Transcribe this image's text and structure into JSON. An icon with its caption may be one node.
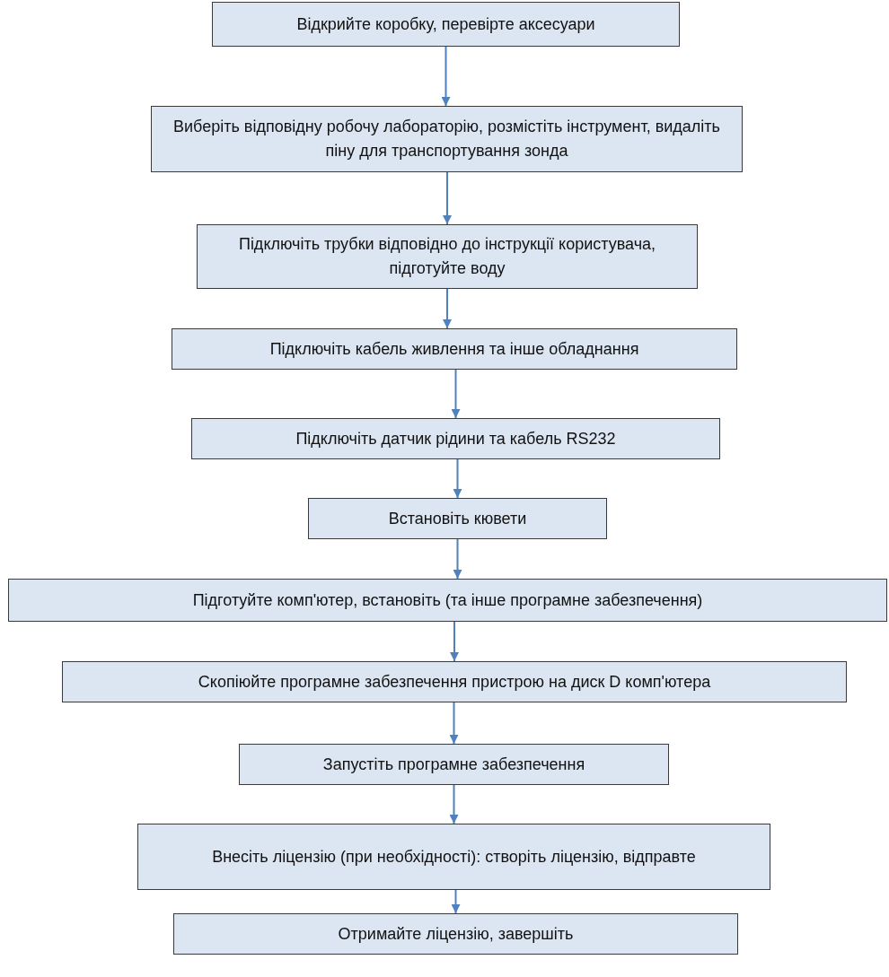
{
  "diagram": {
    "nodes": [
      {
        "text": [
          "Відкрийте коробку, перевірте аксесуари"
        ]
      },
      {
        "text": [
          "Виберіть відповідну робочу лабораторію, розмістіть інструмент, видаліть піну для транспортування зонда"
        ]
      },
      {
        "text": [
          "Підключіть трубки відповідно до інструкції користувача, підготуйте воду"
        ]
      },
      {
        "text": [
          "Підключіть кабель живлення та інше обладнання"
        ]
      },
      {
        "text": [
          "Підключіть датчик рідини та кабель RS232"
        ]
      },
      {
        "text": [
          "Встановіть кювети"
        ]
      },
      {
        "text": [
          "Підготуйте комп'ютер, встановіть (та інше програмне забезпечення)"
        ]
      },
      {
        "text": [
          "Скопіюйте програмне забезпечення пристрою на диск D комп'ютера"
        ]
      },
      {
        "text": [
          "Запустіть програмне забезпечення"
        ]
      },
      {
        "text": [
          "Внесіть ліцензію (при необхідності): створіть ліцензію, відправте"
        ]
      },
      {
        "text": [
          "Отримайте ліцензію, завершіть"
        ]
      }
    ],
    "edges": [
      {
        "from": 0,
        "to": 1,
        "arrow": "to"
      },
      {
        "from": 1,
        "to": 2,
        "arrow": "to"
      },
      {
        "from": 2,
        "to": 3,
        "arrow": "to"
      },
      {
        "from": 3,
        "to": 4,
        "arrow": "to"
      },
      {
        "from": 4,
        "to": 5,
        "arrow": "to"
      },
      {
        "from": 5,
        "to": 6,
        "arrow": "to"
      },
      {
        "from": 6,
        "to": 7,
        "arrow": "to"
      },
      {
        "from": 7,
        "to": 8,
        "arrow": "to"
      },
      {
        "from": 8,
        "to": 9,
        "arrow": "to"
      },
      {
        "from": 9,
        "to": 10,
        "arrow": "to"
      }
    ]
  }
}
